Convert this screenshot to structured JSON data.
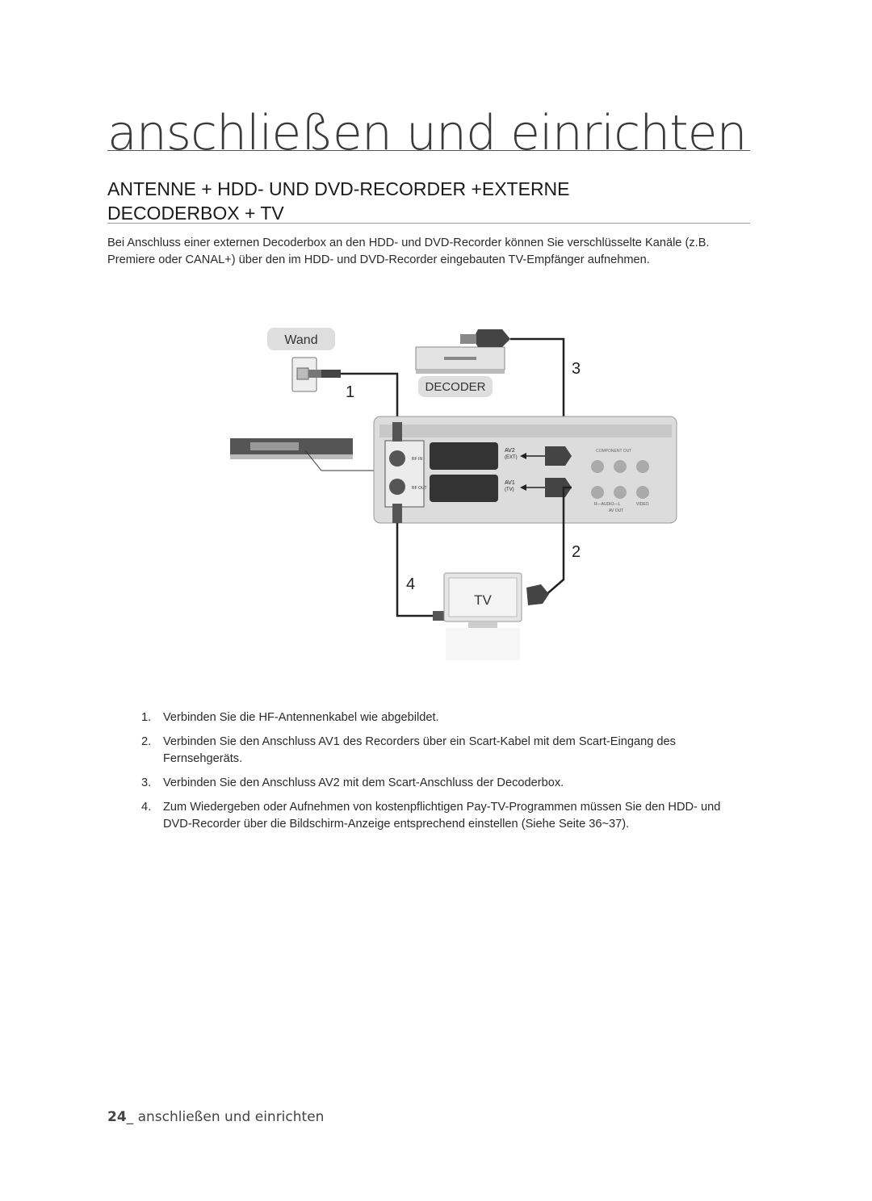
{
  "chapter": {
    "title": "anschließen und einrichten"
  },
  "section": {
    "title_line1": "ANTENNE + HDD- UND DVD-RECORDER +EXTERNE",
    "title_line2": "DECODERBOX + TV"
  },
  "intro": "Bei Anschluss einer externen Decoderbox an den HDD- und DVD-Recorder können Sie verschlüsselte Kanäle (z.B. Premiere oder CANAL+) über den im HDD- und DVD-Recorder eingebauten TV-Empfänger aufnehmen.",
  "diagram": {
    "wand_label": "Wand",
    "decoder_label": "DECODER",
    "tv_label": "TV",
    "callouts": [
      "1",
      "2",
      "3",
      "4"
    ],
    "panel": {
      "av2_label": "AV2",
      "av2_sub": "(EXT)",
      "av1_label": "AV1",
      "av1_sub": "(TV)",
      "rf_in": "RF IN",
      "rf_out": "RF OUT",
      "component_out": "COMPONENT OUT",
      "audio_label": "R—AUDIO—L",
      "video_label": "VIDEO",
      "av_out": "AV OUT"
    }
  },
  "steps": [
    {
      "num": "1.",
      "text": "Verbinden Sie die HF-Antennenkabel wie abgebildet."
    },
    {
      "num": "2.",
      "text": "Verbinden Sie den Anschluss AV1 des Recorders über ein Scart-Kabel mit dem Scart-Eingang des Fernsehgeräts."
    },
    {
      "num": "3.",
      "text": "Verbinden Sie den Anschluss AV2 mit dem Scart-Anschluss der Decoderbox."
    },
    {
      "num": "4.",
      "text": "Zum Wiedergeben oder Aufnehmen von kostenpflichtigen Pay-TV-Programmen müssen Sie den HDD- und DVD-Recorder über die Bildschirm-Anzeige entsprechend einstellen (Siehe Seite 36~37)."
    }
  ],
  "footer": {
    "page_number": "24",
    "text": "_ anschließen und einrichten"
  }
}
